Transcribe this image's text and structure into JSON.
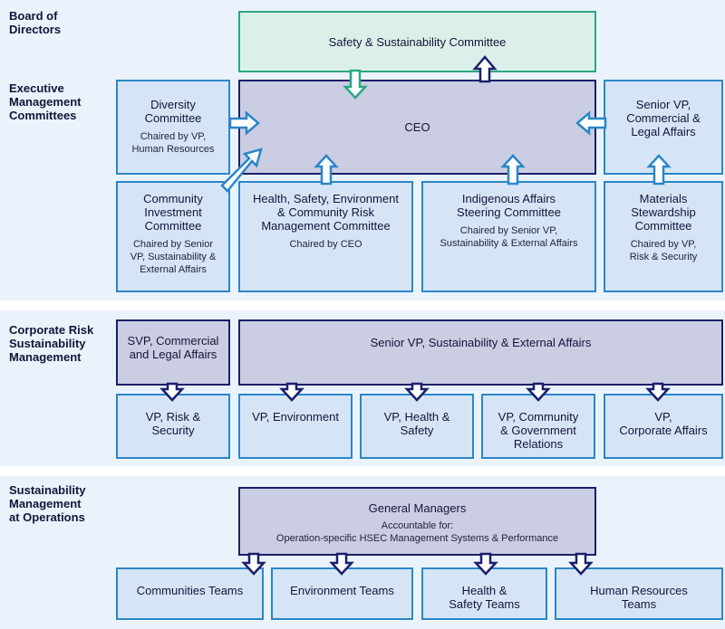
{
  "sections": {
    "board": "Board of\nDirectors",
    "executive": "Executive\nManagement\nCommittees",
    "corporate": "Corporate Risk\nSustainability\nManagement",
    "operations": "Sustainability\nManagement\nat Operations"
  },
  "board": {
    "committee": "Safety & Sustainability Committee"
  },
  "executive": {
    "ceo": "CEO",
    "diversity": {
      "title": "Diversity\nCommittee",
      "chair": "Chaired by VP,\nHuman Resources"
    },
    "senior_vp_commercial": {
      "title": "Senior VP,\nCommercial &\nLegal Affairs"
    },
    "community_investment": {
      "title": "Community\nInvestment\nCommittee",
      "chair": "Chaired by Senior\nVP, Sustainability &\nExternal Affairs"
    },
    "hsec": {
      "title": "Health, Safety, Environment\n& Community Risk\nManagement Committee",
      "chair": "Chaired by CEO"
    },
    "indigenous": {
      "title": "Indigenous Affairs\nSteering Committee",
      "chair": "Chaired by Senior VP,\nSustainability & External Affairs"
    },
    "materials": {
      "title": "Materials\nStewardship\nCommittee",
      "chair": "Chaired by VP,\nRisk & Security"
    }
  },
  "corporate": {
    "svp_commercial": "SVP, Commercial\nand Legal Affairs",
    "senior_vp_sustainability": "Senior VP, Sustainability & External Affairs",
    "vp_risk": "VP, Risk &\nSecurity",
    "vp_environment": "VP, Environment",
    "vp_health": "VP, Health &\nSafety",
    "vp_community": "VP, Community\n& Government\nRelations",
    "vp_corporate": "VP,\nCorporate Affairs"
  },
  "operations": {
    "gm_title": "General Managers",
    "gm_sub": "Accountable for:\nOperation-specific HSEC Management Systems & Performance",
    "communities": "Communities Teams",
    "environment": "Environment Teams",
    "health_safety": "Health &\nSafety Teams",
    "hr": "Human Resources\nTeams"
  },
  "colors": {
    "band": "#eaf3fb",
    "light_fill": "#d6e5f6",
    "light_border": "#2b86c8",
    "dark_fill": "#cbcde3",
    "dark_border": "#1b1f6a",
    "green_fill": "#dcf0ea",
    "green_border": "#2aa882"
  }
}
